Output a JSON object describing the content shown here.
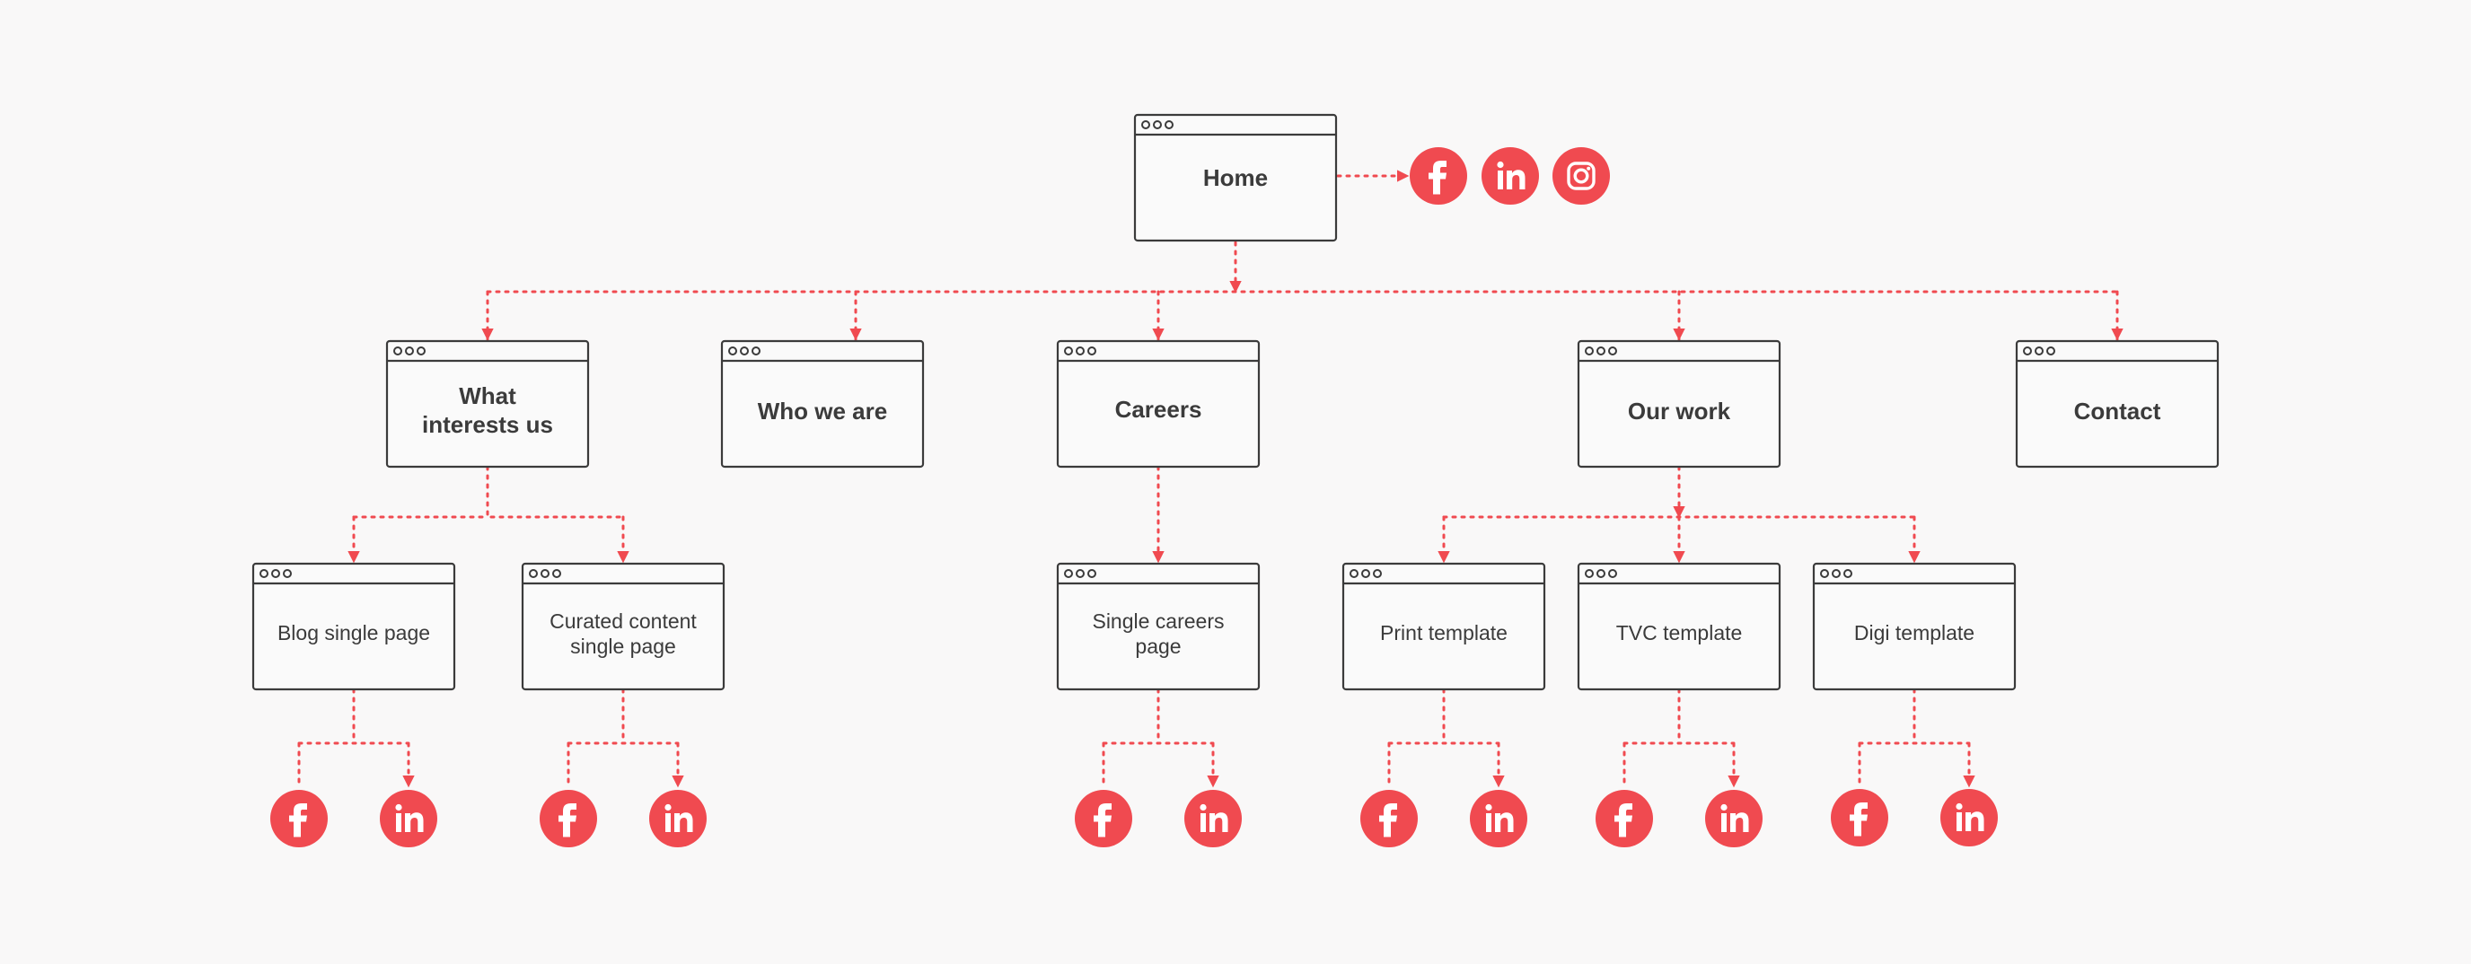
{
  "colors": {
    "accent": "#f04a50",
    "stroke": "#3b3b3b",
    "box_fill": "#fafafa",
    "background": "#f9f8f8"
  },
  "pages": {
    "home": {
      "label": "Home",
      "social": [
        "facebook-icon",
        "linkedin-icon",
        "instagram-icon"
      ]
    },
    "what_interests_us": {
      "line1": "What",
      "line2": "interests us"
    },
    "who_we_are": {
      "label": "Who we are"
    },
    "careers": {
      "label": "Careers"
    },
    "our_work": {
      "label": "Our work"
    },
    "contact": {
      "label": "Contact"
    },
    "blog_single_page": {
      "label": "Blog single page",
      "social": [
        "facebook-icon",
        "linkedin-icon"
      ]
    },
    "curated_content": {
      "line1": "Curated content",
      "line2": "single page",
      "social": [
        "facebook-icon",
        "linkedin-icon"
      ]
    },
    "single_careers": {
      "line1": "Single careers",
      "line2": "page",
      "social": [
        "facebook-icon",
        "linkedin-icon"
      ]
    },
    "print_template": {
      "label": "Print template",
      "social": [
        "facebook-icon",
        "linkedin-icon"
      ]
    },
    "tvc_template": {
      "label": "TVC template",
      "social": [
        "facebook-icon",
        "linkedin-icon"
      ]
    },
    "digi_template": {
      "label": "Digi template",
      "social": [
        "facebook-icon",
        "linkedin-icon"
      ]
    }
  },
  "edges": [
    "Home → What interests us",
    "Home → Who we are",
    "Home → Careers",
    "Home → Our work",
    "Home → Contact",
    "What interests us → Blog single page",
    "What interests us → Curated content single page",
    "Careers → Single careers page",
    "Our work → Print template",
    "Our work → TVC template",
    "Our work → Digi template"
  ]
}
